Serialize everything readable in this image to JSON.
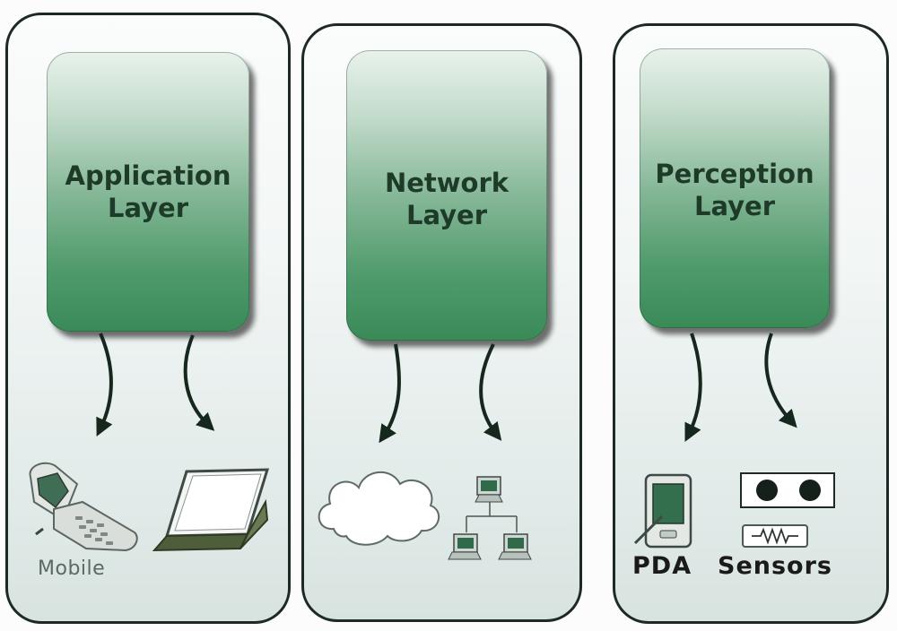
{
  "layers": [
    {
      "id": "application",
      "title": "Application\nLayer"
    },
    {
      "id": "network",
      "title": "Network\nLayer"
    },
    {
      "id": "perception",
      "title": "Perception\nLayer"
    }
  ],
  "devices": {
    "mobile": {
      "label": "Mobile",
      "icon": "mobile-phone-icon"
    },
    "laptop": {
      "icon": "laptop-icon"
    },
    "cloud": {
      "icon": "cloud-icon"
    },
    "network": {
      "icon": "network-topology-icon"
    },
    "pda": {
      "label": "PDA",
      "icon": "pda-icon"
    },
    "sensors": {
      "label": "Sensors",
      "icon": "sensor-icon"
    }
  },
  "colors": {
    "block_dark": "#3a8a58",
    "block_light": "#e9f2ec",
    "outline": "#1d2a23",
    "arrow": "#16281e"
  }
}
